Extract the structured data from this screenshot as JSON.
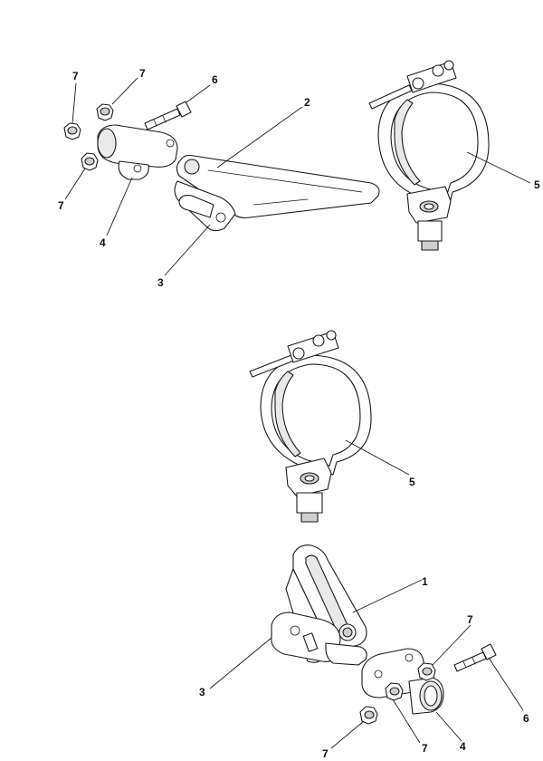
{
  "callouts": {
    "top_7a": "7",
    "top_7b": "7",
    "top_7c": "7",
    "top_6": "6",
    "top_2": "2",
    "top_4": "4",
    "top_3": "3",
    "top_5": "5",
    "mid_5": "5",
    "bot_1": "1",
    "bot_7a": "7",
    "bot_3": "3",
    "bot_6": "6",
    "bot_7b": "7",
    "bot_7c": "7",
    "bot_4": "4"
  }
}
